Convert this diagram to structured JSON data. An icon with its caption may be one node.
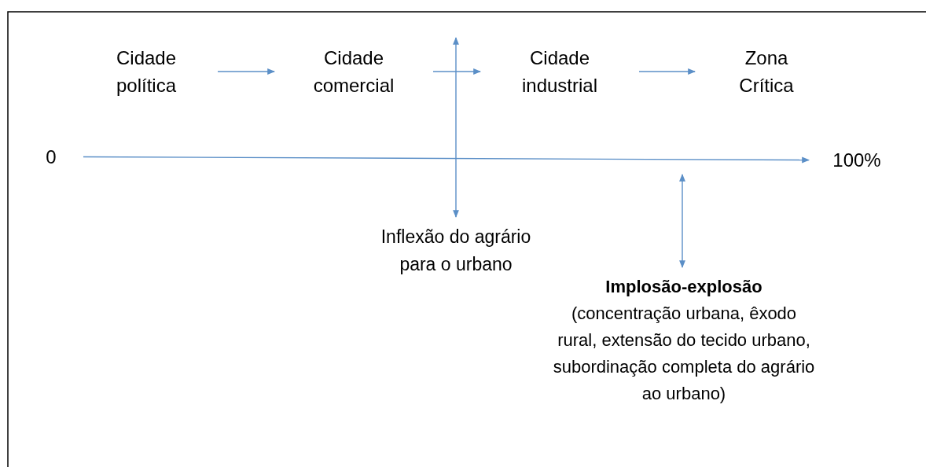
{
  "diagram": {
    "nodes": [
      {
        "text": [
          "Cidade política"
        ]
      },
      {
        "text": [
          "Cidade comercial"
        ]
      },
      {
        "text": [
          "Cidade industrial"
        ]
      },
      {
        "text": [
          "Zona Crítica"
        ]
      },
      {
        "text": [
          "0"
        ]
      },
      {
        "text": [
          "100%"
        ]
      },
      {
        "text": [
          "Inflexão do agrário para o urbano"
        ]
      },
      {
        "text": [
          "Implosão-explosão",
          "(concentração urbana, êxodo rural, extensão do tecido urbano, subordinação completa do agrário ao urbano)"
        ]
      }
    ],
    "edges": [
      {
        "from": 0,
        "to": 1,
        "arrow": "to"
      },
      {
        "from": 1,
        "to": 2,
        "arrow": "to"
      },
      {
        "from": 2,
        "to": 3,
        "arrow": "to"
      },
      {
        "from": 4,
        "to": 5,
        "arrow": "to"
      },
      {
        "from": null,
        "to": 6,
        "arrow": "both"
      },
      {
        "from": null,
        "to": 7,
        "arrow": "both"
      }
    ]
  }
}
